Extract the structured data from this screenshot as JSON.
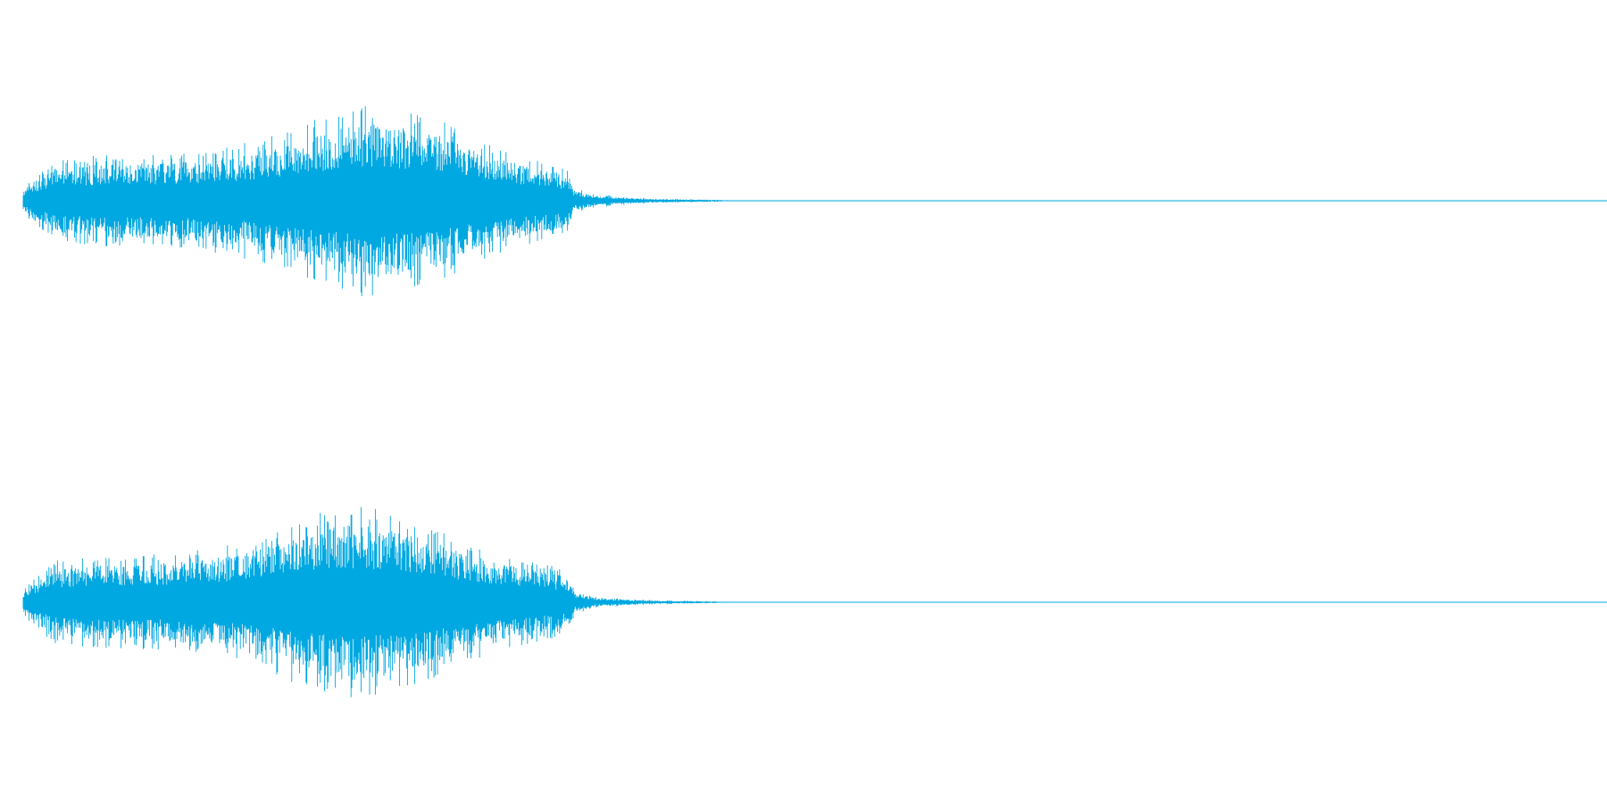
{
  "chart_data": {
    "type": "line",
    "title": "",
    "xlabel": "",
    "ylabel": "",
    "grid": false,
    "legend": "none",
    "color": "#00a8e1",
    "ylim": [
      -1,
      1
    ],
    "xlim": [
      0,
      1
    ],
    "series": [
      {
        "channel": "left",
        "envelope": [
          [
            0.0,
            0.12
          ],
          [
            0.005,
            0.22
          ],
          [
            0.02,
            0.4
          ],
          [
            0.05,
            0.46
          ],
          [
            0.08,
            0.47
          ],
          [
            0.11,
            0.5
          ],
          [
            0.14,
            0.58
          ],
          [
            0.16,
            0.68
          ],
          [
            0.18,
            0.8
          ],
          [
            0.2,
            0.9
          ],
          [
            0.215,
            0.98
          ],
          [
            0.23,
            0.94
          ],
          [
            0.25,
            0.9
          ],
          [
            0.265,
            0.82
          ],
          [
            0.28,
            0.66
          ],
          [
            0.3,
            0.53
          ],
          [
            0.32,
            0.44
          ],
          [
            0.335,
            0.37
          ],
          [
            0.345,
            0.31
          ],
          [
            0.348,
            0.13
          ],
          [
            0.36,
            0.07
          ],
          [
            0.38,
            0.04
          ],
          [
            0.4,
            0.02
          ],
          [
            0.43,
            0.015
          ],
          [
            0.455,
            0.0
          ]
        ]
      },
      {
        "channel": "right",
        "envelope": [
          [
            0.0,
            0.12
          ],
          [
            0.005,
            0.22
          ],
          [
            0.02,
            0.42
          ],
          [
            0.05,
            0.47
          ],
          [
            0.08,
            0.48
          ],
          [
            0.11,
            0.52
          ],
          [
            0.14,
            0.62
          ],
          [
            0.16,
            0.74
          ],
          [
            0.18,
            0.86
          ],
          [
            0.2,
            0.98
          ],
          [
            0.215,
            0.96
          ],
          [
            0.23,
            0.92
          ],
          [
            0.25,
            0.82
          ],
          [
            0.265,
            0.72
          ],
          [
            0.28,
            0.6
          ],
          [
            0.3,
            0.5
          ],
          [
            0.32,
            0.42
          ],
          [
            0.335,
            0.36
          ],
          [
            0.345,
            0.3
          ],
          [
            0.348,
            0.12
          ],
          [
            0.36,
            0.06
          ],
          [
            0.38,
            0.035
          ],
          [
            0.4,
            0.02
          ],
          [
            0.43,
            0.012
          ],
          [
            0.45,
            0.0
          ]
        ]
      }
    ]
  }
}
